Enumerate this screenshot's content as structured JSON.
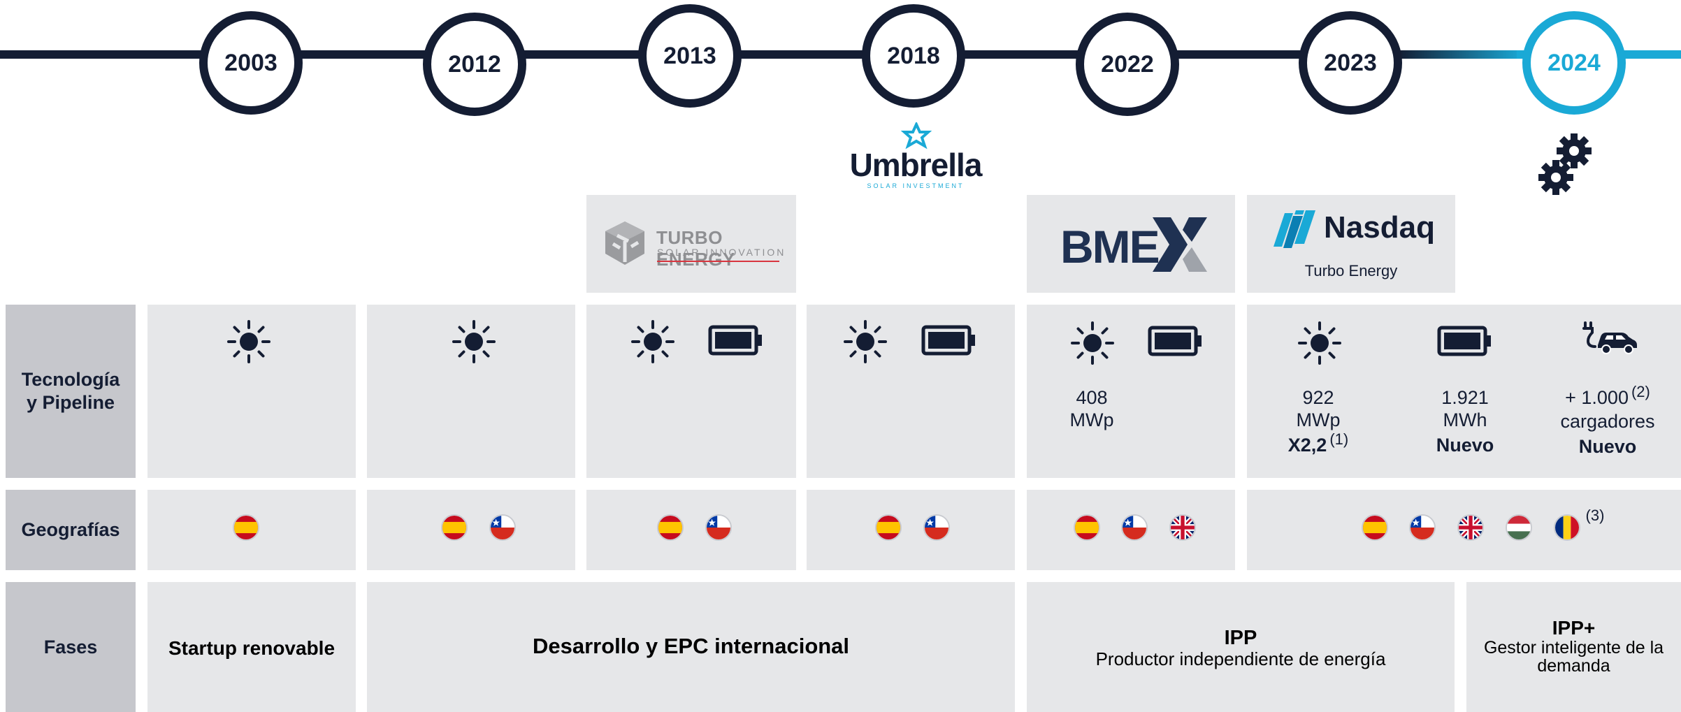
{
  "timeline": {
    "years": [
      "2003",
      "2012",
      "2013",
      "2018",
      "2022",
      "2023",
      "2024"
    ],
    "accent_color": "#1aa9d6",
    "line_color": "#141d33"
  },
  "logos": {
    "umbrella": {
      "name": "Umbrella",
      "tagline": "SOLAR INVESTMENT"
    },
    "turbo": {
      "name": "TURBO ENERGY",
      "tagline": "SOLAR INNOVATION"
    },
    "bme": {
      "name": "BME"
    },
    "nasdaq": {
      "name": "Nasdaq",
      "caption": "Turbo Energy"
    }
  },
  "rows": {
    "tech_label": "Tecnología\ny Pipeline",
    "geo_label": "Geografías",
    "phase_label": "Fases"
  },
  "tech": {
    "y2022": {
      "value": "408",
      "unit": "MWp"
    },
    "solar2023": {
      "value": "922",
      "unit": "MWp",
      "note": "X2,2",
      "ref": "(1)"
    },
    "battery2023": {
      "value": "1.921",
      "unit": "MWh",
      "note": "Nuevo"
    },
    "charger2023": {
      "value": "+ 1.000",
      "ref": "(2)",
      "unit": "cargadores",
      "note": "Nuevo"
    }
  },
  "geo": {
    "ref": "(3)"
  },
  "phases": {
    "p1": "Startup renovable",
    "p2": "Desarrollo y EPC internacional",
    "p3_title": "IPP",
    "p3_sub": "Productor independiente de energía",
    "p4_title": "IPP+",
    "p4_sub": "Gestor inteligente de la demanda"
  },
  "icons": [
    "sun-icon",
    "battery-icon",
    "ev-charger-icon",
    "gears-icon",
    "flag-spain",
    "flag-chile",
    "flag-uk",
    "flag-hungary",
    "flag-romania"
  ]
}
